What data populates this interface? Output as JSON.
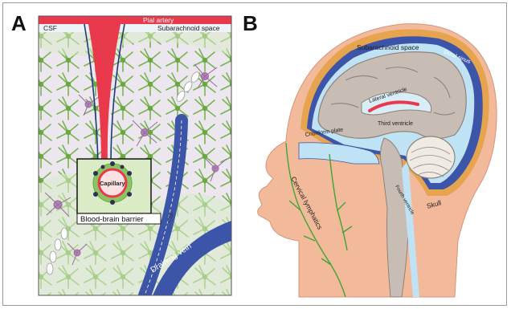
{
  "panels": {
    "a": {
      "letter": "A",
      "labels": {
        "pial_artery": "Pial artery",
        "csf_top": "CSF",
        "subarachnoid_space": "Subarachnoid space",
        "capillary": "Capillary",
        "blood_brain_barrier": "Blood-brain barrier",
        "csf_channel": "CSF",
        "draining_vein": "Draining vein"
      }
    },
    "b": {
      "letter": "B",
      "labels": {
        "subarachnoid_space": "Subarachnoid space",
        "dural_sinus": "Dural sinus",
        "lateral_ventricle": "Lateral ventricle",
        "third_ventricle": "Third ventricle",
        "cribriform_plate": "Cribriform plate",
        "fourth_ventricle": "Fourth ventricle",
        "skull": "Skull",
        "cervical_lymphatics": "Cervical lymphatics"
      }
    }
  },
  "colors": {
    "artery": "#e8394d",
    "vein": "#3d55a8",
    "glia": "#8dc463",
    "glia_fill": "#d9ecc6",
    "background_tissue": "#ece6ef",
    "neuron": "#b184b5",
    "skin": "#f2b99a",
    "brain": "#c7bdb5",
    "csf_blue": "#bfe3f5"
  }
}
